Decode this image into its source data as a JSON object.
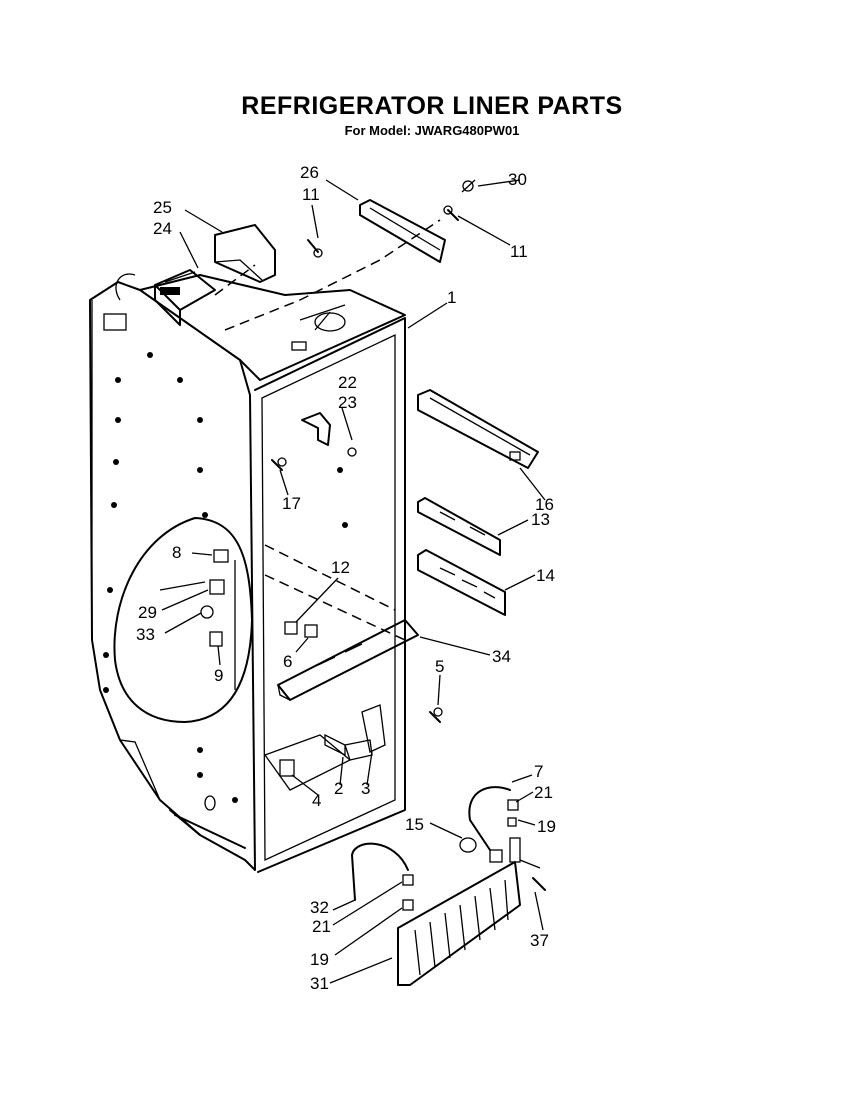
{
  "title": "REFRIGERATOR LINER PARTS",
  "subtitle": "For Model: JWARG480PW01",
  "callouts": [
    "26",
    "11",
    "30",
    "11",
    "25",
    "24",
    "1",
    "22",
    "23",
    "16",
    "13",
    "17",
    "14",
    "8",
    "12",
    "29",
    "33",
    "9",
    "6",
    "34",
    "5",
    "4",
    "2",
    "3",
    "7",
    "21",
    "19",
    "15",
    "32",
    "21",
    "37",
    "19",
    "31"
  ]
}
